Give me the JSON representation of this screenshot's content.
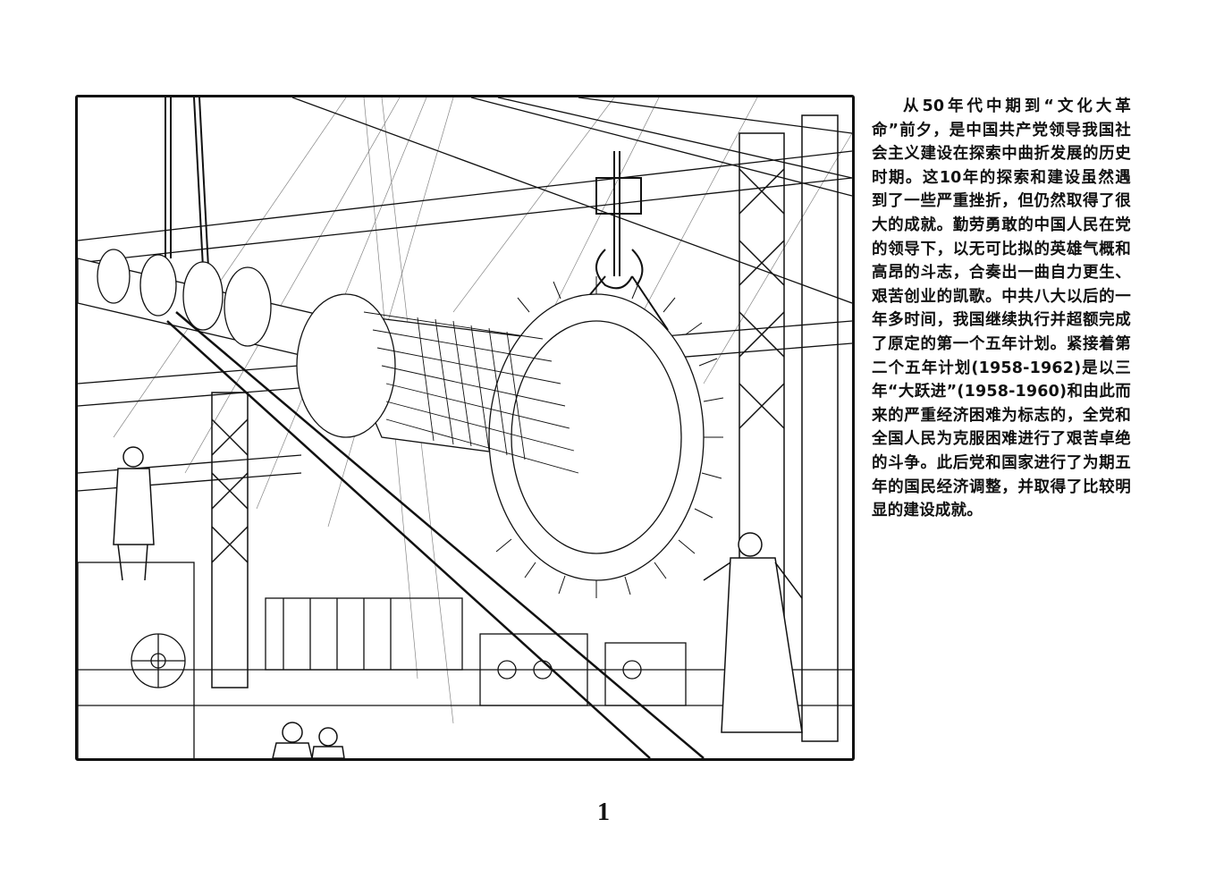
{
  "page": {
    "caption": "从50年代中期到“文化大革命”前夕，是中国共产党领导我国社会主义建设在探索中曲折发展的历史时期。这10年的探索和建设虽然遇到了一些严重挫折，但仍然取得了很大的成就。勤劳勇敢的中国人民在党的领导下，以无可比拟的英雄气概和高昂的斗志，合奏出一曲自力更生、艰苦创业的凯歌。中共八大以后的一年多时间，我国继续执行并超额完成了原定的第一个五年计划。紧接着第二个五年计划(1958-1962)是以三年“大跃进”(1958-1960)和由此而来的严重经济困难为标志的，全党和全国人民为克服困难进行了艰苦卓绝的斗争。此后党和国家进行了为期五年的国民经济调整，并取得了比较明显的建设成就。",
    "page_number": "1"
  },
  "illustration": {
    "description_icon": "industrial-factory-illustration",
    "line_color": "#111111"
  }
}
